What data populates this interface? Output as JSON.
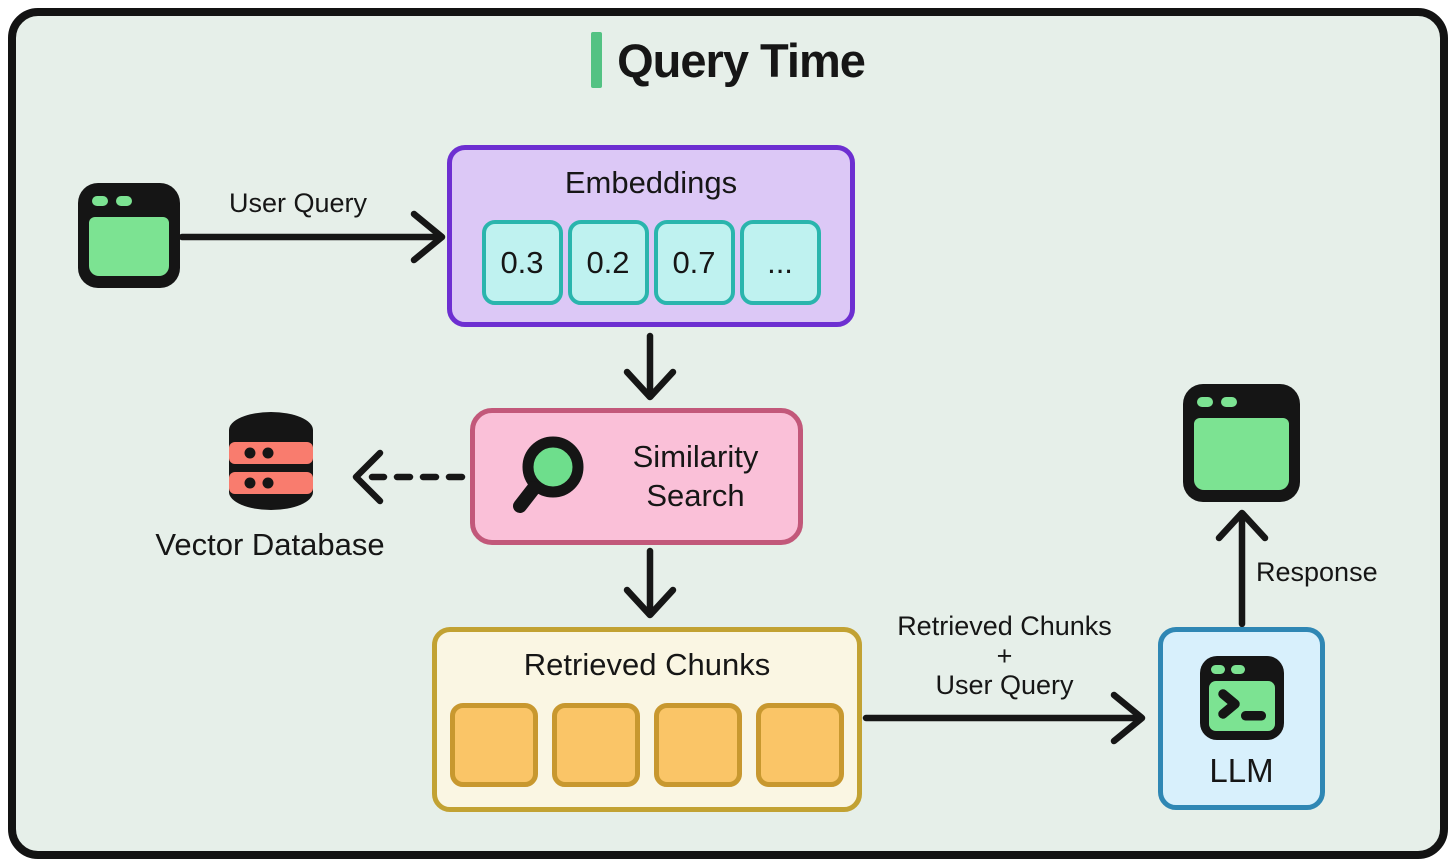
{
  "title": {
    "text": "Query Time"
  },
  "colors": {
    "bg": "#e6efe9",
    "ink": "#161616",
    "green": "#53c283",
    "green_light": "#7ce392",
    "purple_fill": "#dcc8f6",
    "purple_border": "#6d2fd1",
    "cyan_fill": "#bff2f0",
    "teal_border": "#2ab5ad",
    "pink_fill": "#fac0d8",
    "pink_border": "#c2587a",
    "salmon": "#f97c6e",
    "cream_fill": "#faf6e3",
    "gold_border": "#c2a233",
    "orange_fill": "#fac567",
    "orange_border": "#c8982f",
    "blue_fill": "#d8f0fc",
    "blue_border": "#2f87b4"
  },
  "nodes": {
    "user_browser": {
      "icon": "browser-window-icon"
    },
    "embeddings": {
      "title": "Embeddings",
      "values": [
        "0.3",
        "0.2",
        "0.7",
        "..."
      ]
    },
    "similarity_search": {
      "title": "Similarity Search",
      "icon": "magnifier-icon"
    },
    "vector_database": {
      "label": "Vector Database",
      "icon": "database-icon"
    },
    "retrieved_chunks": {
      "title": "Retrieved Chunks",
      "chunk_count": 4
    },
    "llm": {
      "label": "LLM",
      "icon": "terminal-icon"
    },
    "output_browser": {
      "icon": "browser-window-icon"
    }
  },
  "edges": {
    "user_query": {
      "label": "User Query",
      "style": "solid"
    },
    "embeddings_to_similarity": {
      "style": "solid"
    },
    "similarity_to_vector_db": {
      "style": "dashed"
    },
    "similarity_to_chunks": {
      "style": "solid"
    },
    "chunks_to_llm": {
      "label_lines": [
        "Retrieved Chunks",
        "+",
        "User Query"
      ],
      "style": "solid"
    },
    "llm_response": {
      "label": "Response",
      "style": "solid"
    }
  }
}
